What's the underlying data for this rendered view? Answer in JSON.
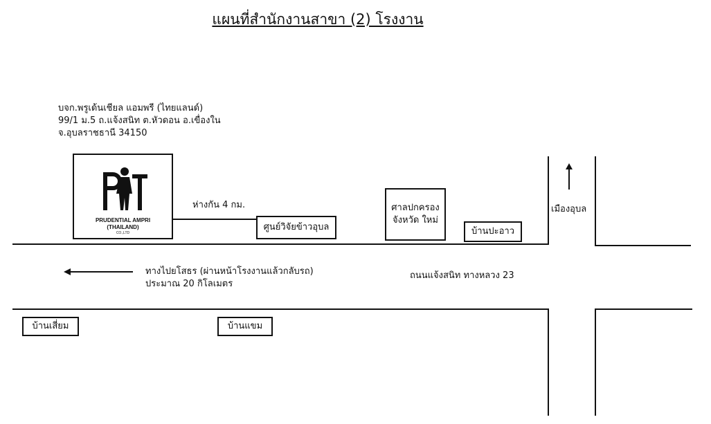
{
  "title": "แผนที่สำนักงานสาขา (2) โรงงาน",
  "company": {
    "name": "บจก.พรูเด้นเชียล แอมพรี (ไทยแลนด์)",
    "address_line1": "99/1 ม.5 ถ.แจ้งสนิท ต.หัวดอน อ.เขื่องใน",
    "address_line2": "จ.อุบลราชธานี 34150"
  },
  "logo": {
    "mark": "PAT",
    "line1": "PRUDENTIAL AMPRI",
    "line2": "(THAILAND)",
    "line3": "CO.,LTD"
  },
  "landmarks": {
    "distance": "ห่างกัน 4 กม.",
    "rice_research": "ศูนย์วิจัยข้าวอุบล",
    "court_line1": "ศาลปกครอง",
    "court_line2": "จังหวัด ใหม่",
    "ban_pa_ao": "บ้านปะอาว",
    "mueang_ubon": "เมืองอุบล",
    "ban_siam": "บ้านเสี่ยม",
    "ban_khaem": "บ้านแขม"
  },
  "directions": {
    "to_yasothon_line1": "ทางไปยโสธร (ผ่านหน้าโรงงานแล้วกลับรถ)",
    "to_yasothon_line2": "ประมาณ 20 กิโลเมตร",
    "road_name": "ถนนแจ้งสนิท ทางหลวง 23"
  }
}
